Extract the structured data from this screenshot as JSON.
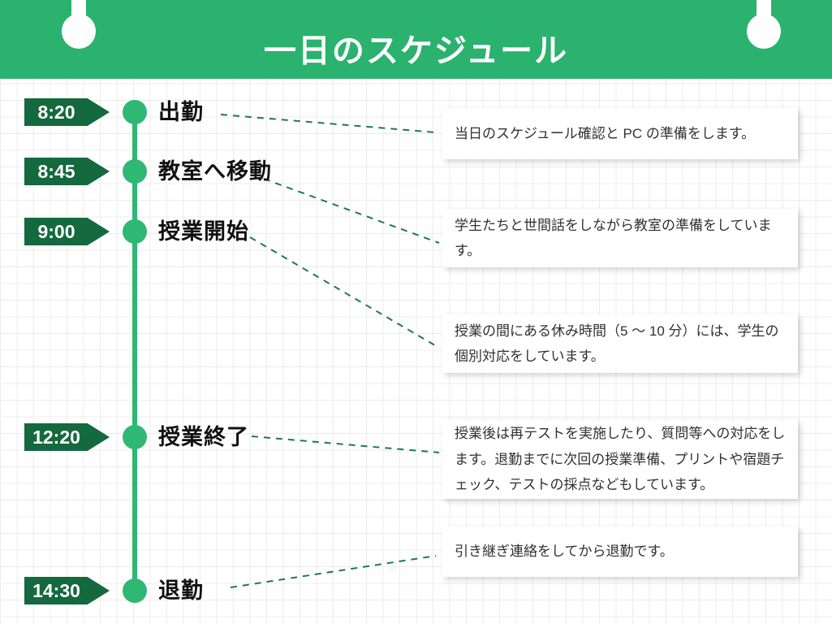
{
  "header": {
    "title": "一日のスケジュール"
  },
  "colors": {
    "header_green": "#2bb26e",
    "badge_dark_green": "#15693f",
    "timeline_green": "#2eb873",
    "connector_green": "#1e7a4f",
    "grid_line": "#ececec"
  },
  "timeline": {
    "items": [
      {
        "time": "8:20",
        "label": "出勤",
        "description": "当日のスケジュール確認と PC の準備をします。"
      },
      {
        "time": "8:45",
        "label": "教室へ移動",
        "description": "学生たちと世間話をしながら教室の準備をしています。"
      },
      {
        "time": "9:00",
        "label": "授業開始",
        "description": "授業の間にある休み時間（5 ～ 10 分）には、学生の個別対応をしています。"
      },
      {
        "time": "12:20",
        "label": "授業終了",
        "description": "授業後は再テストを実施したり、質問等への対応をします。退勤までに次回の授業準備、プリントや宿題チェック、テストの採点などもしています。"
      },
      {
        "time": "14:30",
        "label": "退勤",
        "description": "引き継ぎ連絡をしてから退勤です。"
      }
    ]
  }
}
